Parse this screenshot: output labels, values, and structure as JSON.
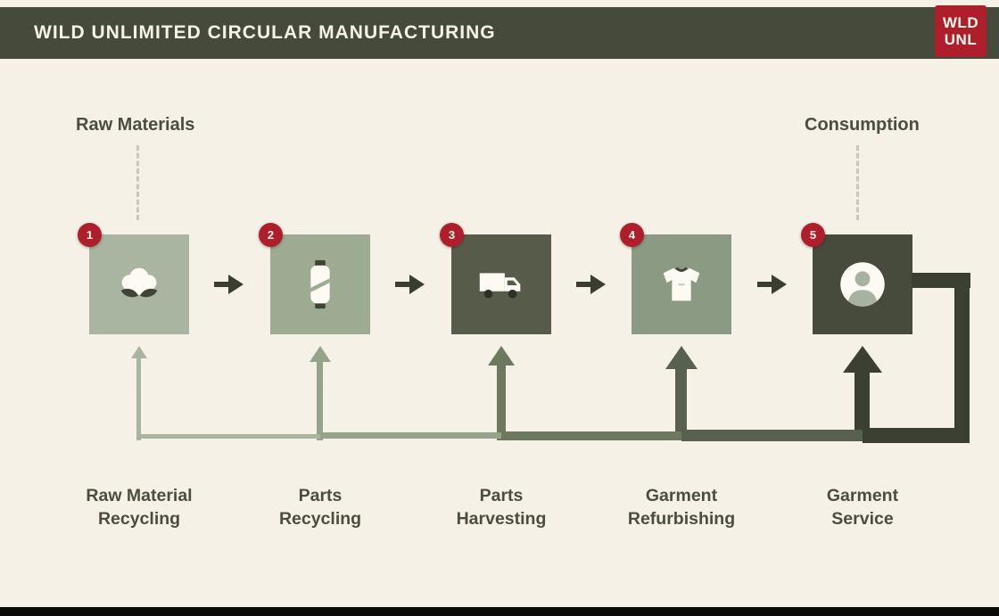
{
  "header": {
    "title": "WILD UNLIMITED CIRCULAR MANUFACTURING",
    "logo": {
      "line1": "WLD",
      "line2": "UNL"
    }
  },
  "colors": {
    "header_bg": "#454a3b",
    "accent_red": "#ae1f2b",
    "background": "#f6f1e6",
    "text_dark": "#4a4e3e",
    "footer_bar": "#0a0a0a"
  },
  "flow": {
    "input_label": "Raw Materials",
    "output_label": "Consumption",
    "steps": [
      {
        "number": "1",
        "icon": "cotton-boll-icon",
        "box_color": "#a9b5a0",
        "return_color": "#aab5a0",
        "label_line1": "Raw Material",
        "label_line2": "Recycling"
      },
      {
        "number": "2",
        "icon": "thread-spool-icon",
        "box_color": "#9cab92",
        "return_color": "#94a38a",
        "label_line1": "Parts",
        "label_line2": "Recycling"
      },
      {
        "number": "3",
        "icon": "delivery-truck-icon",
        "box_color": "#575c4a",
        "return_color": "#6e785f",
        "label_line1": "Parts",
        "label_line2": "Harvesting"
      },
      {
        "number": "4",
        "icon": "tshirt-icon",
        "box_color": "#8b9a82",
        "return_color": "#586050",
        "label_line1": "Garment",
        "label_line2": "Refurbishing"
      },
      {
        "number": "5",
        "icon": "person-icon",
        "box_color": "#474b3c",
        "return_color": "#3b4033",
        "label_line1": "Garment",
        "label_line2": "Service"
      }
    ]
  }
}
